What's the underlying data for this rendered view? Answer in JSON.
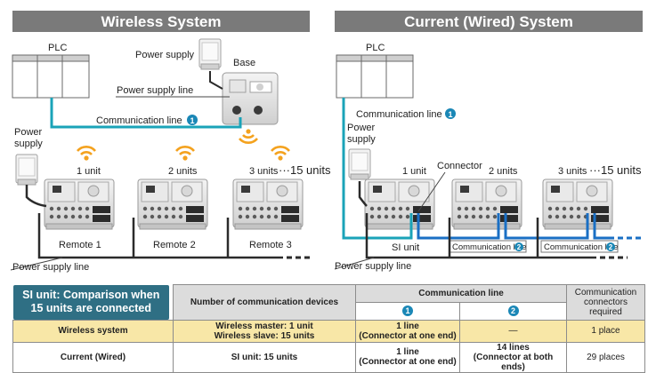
{
  "wireless": {
    "header": "Wireless System",
    "plc": "PLC",
    "power_supply": "Power supply",
    "base": "Base",
    "power_supply_line": "Power supply line",
    "communication_line": "Communication line",
    "comm_num": "1",
    "remote_power_supply": [
      "Power",
      "supply"
    ],
    "units": [
      "1 unit",
      "2 units",
      "3 units",
      "···15 units"
    ],
    "remotes": [
      "Remote 1",
      "Remote 2",
      "Remote 3"
    ],
    "bottom_power_line": "Power supply line"
  },
  "wired": {
    "header": "Current (Wired) System",
    "plc": "PLC",
    "communication_line": "Communication line",
    "comm_num": "1",
    "power_supply": [
      "Power",
      "supply"
    ],
    "connector": "Connector",
    "units": [
      "1 unit",
      "2 units",
      "3 units",
      "···15 units"
    ],
    "si_unit": "SI unit",
    "communication_line_2": "Communication line",
    "comm_num_2": "2",
    "bottom_power_line": "Power supply line"
  },
  "table": {
    "title": [
      "SI unit: Comparison when",
      "15 units are connected"
    ],
    "header_devices": "Number of communication devices",
    "header_comm": "Communication line",
    "col1": "1",
    "col2": "2",
    "header_connectors": [
      "Communication",
      "connectors",
      "required"
    ],
    "rows": [
      {
        "system": "Wireless system",
        "devices": [
          "Wireless master: 1 unit",
          "Wireless slave: 15 units"
        ],
        "line1": [
          "1 line",
          "(Connector at one end)"
        ],
        "line2": [
          "—"
        ],
        "connectors": "1 place"
      },
      {
        "system": "Current (Wired)",
        "devices": [
          "SI unit: 15 units"
        ],
        "line1": [
          "1 line",
          "(Connector at one end)"
        ],
        "line2": [
          "14 lines",
          "(Connector at both ends)"
        ],
        "connectors": "29 places"
      }
    ]
  },
  "colors": {
    "header_bg": "#7a7a7a",
    "comm_line": "#1aa3b8",
    "wired_line": "#1a6fc4",
    "signal": "#f4a21e",
    "title_box": "#2f6f84",
    "highlight_row": "#f8e7a7",
    "highlight_text": "#d81f1f"
  }
}
